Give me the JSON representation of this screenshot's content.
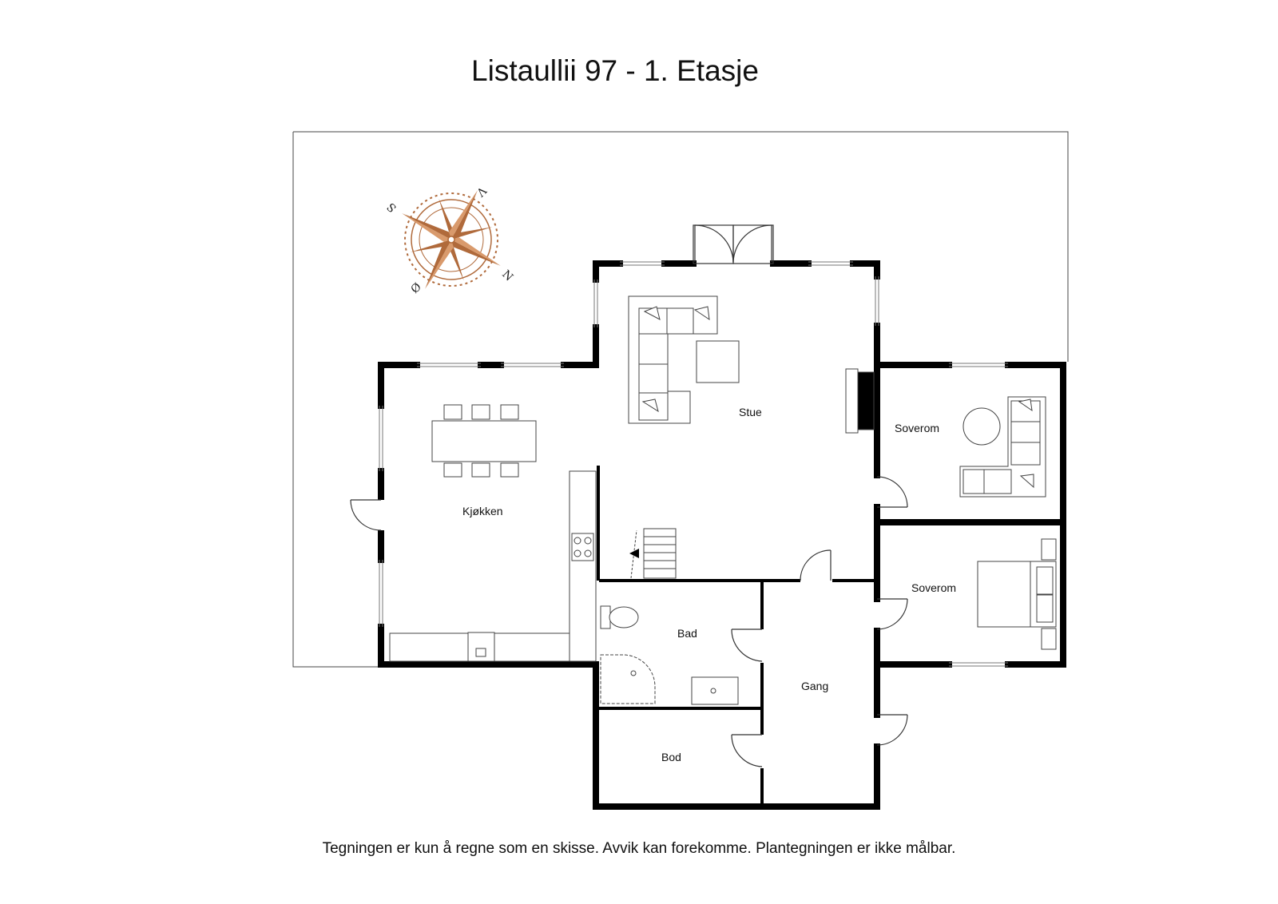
{
  "title": "Listaullii 97 -  1. Etasje",
  "disclaimer": "Tegningen er kun å regne som en skisse. Avvik kan forekomme. Plantegningen er ikke målbar.",
  "rooms": {
    "stue": "Stue",
    "kjokken": "Kjøkken",
    "soverom_1": "Soverom",
    "soverom_2": "Soverom",
    "bad": "Bad",
    "gang": "Gang",
    "bod": "Bod"
  },
  "compass": {
    "letters": [
      "N",
      "Ø",
      "S",
      "V"
    ],
    "color": "#b06a3b"
  },
  "colors": {
    "wall": "#000000",
    "line": "#555555"
  }
}
